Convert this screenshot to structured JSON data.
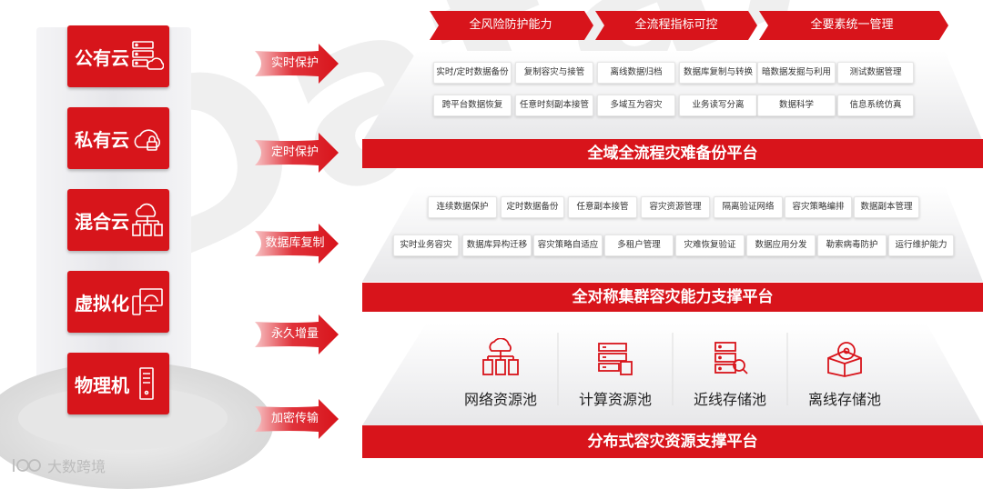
{
  "watermark": "DataXpo",
  "clouds": [
    {
      "label": "公有云",
      "icon": "server-cloud-icon"
    },
    {
      "label": "私有云",
      "icon": "cloud-lock-icon"
    },
    {
      "label": "混合云",
      "icon": "cloud-network-icon"
    },
    {
      "label": "虚拟化",
      "icon": "virtual-monitor-icon"
    },
    {
      "label": "物理机",
      "icon": "physical-server-icon"
    }
  ],
  "arrows": [
    "实时保护",
    "定时保护",
    "数据库复制",
    "永久增量",
    "加密传输"
  ],
  "top_headers": [
    "全风险防护能力",
    "全流程指标可控",
    "全要素统一管理"
  ],
  "tier1_row1": [
    "实时/定时数据备份",
    "复制容灾与接管",
    "离线数据归档",
    "数据库复制与转换",
    "暗数据发掘与利用",
    "测试数据管理"
  ],
  "tier1_row2": [
    "跨平台数据恢复",
    "任意时刻副本接管",
    "多域互为容灾",
    "业务读写分离",
    "数据科学",
    "信息系统仿真"
  ],
  "platform1": "全域全流程灾难备份平台",
  "tier2_row1": [
    "连续数据保护",
    "定时数据备份",
    "任意副本接管",
    "容灾资源管理",
    "隔离验证网络",
    "容灾策略编排",
    "数据副本管理"
  ],
  "tier2_row2": [
    "实时业务容灾",
    "数据库异构迁移",
    "容灾策略自适应",
    "多租户管理",
    "灾难恢复验证",
    "数据应用分发",
    "勒索病毒防护",
    "运行维护能力"
  ],
  "platform2": "全对称集群容灾能力支撑平台",
  "resources": [
    {
      "label": "网络资源池",
      "icon": "network-pool-icon"
    },
    {
      "label": "计算资源池",
      "icon": "compute-pool-icon"
    },
    {
      "label": "近线存储池",
      "icon": "nearline-storage-icon"
    },
    {
      "label": "离线存储池",
      "icon": "offline-storage-icon"
    }
  ],
  "platform3": "分布式容灾资源支撑平台",
  "brand": "大数跨境",
  "colors": {
    "accent": "#d8141b",
    "chip_border": "#e6e6e6"
  }
}
